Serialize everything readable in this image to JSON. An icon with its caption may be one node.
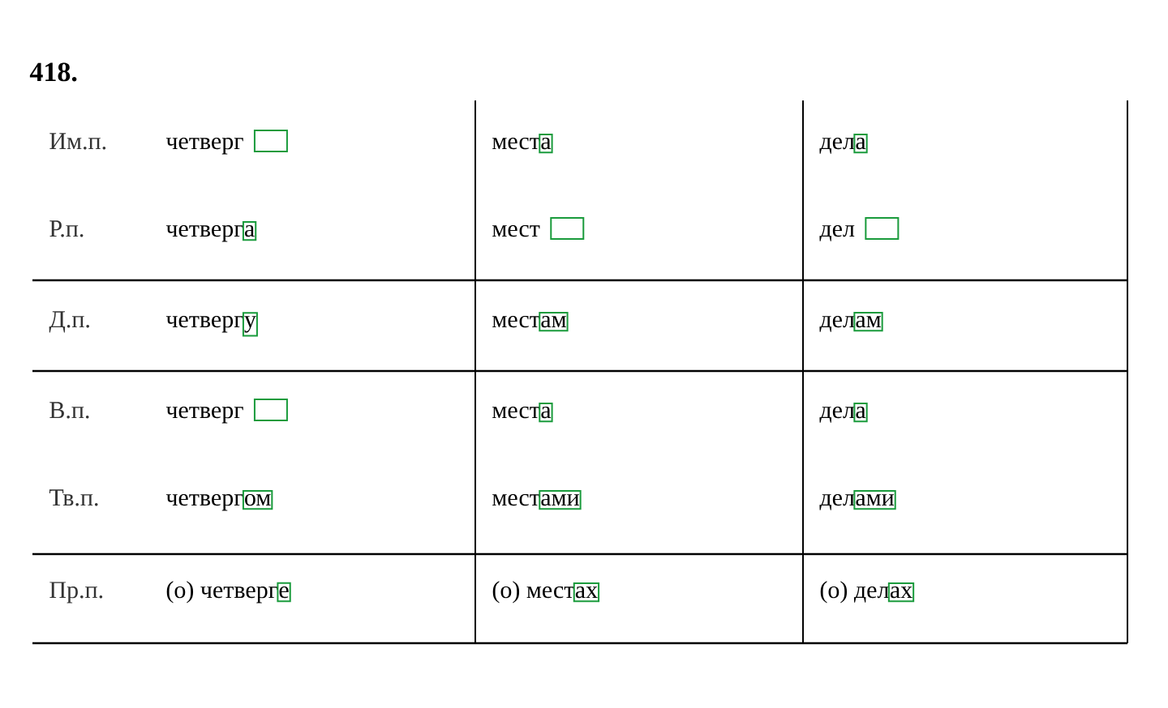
{
  "diagram": {
    "title": "418.",
    "nodes": [
      {
        "text": [],
        "shape": "box"
      },
      {
        "text": [
          "а"
        ]
      },
      {
        "text": [
          "а"
        ]
      },
      {
        "text": [
          "а"
        ]
      },
      {
        "text": [],
        "shape": "box"
      },
      {
        "text": [],
        "shape": "box"
      },
      {
        "text": [
          "у"
        ]
      },
      {
        "text": [
          "ам"
        ]
      },
      {
        "text": [
          "ам"
        ]
      },
      {
        "text": [],
        "shape": "box"
      },
      {
        "text": [
          "а"
        ]
      },
      {
        "text": [
          "а"
        ]
      },
      {
        "text": [
          "ом"
        ]
      },
      {
        "text": [
          "ами"
        ]
      },
      {
        "text": [
          "ами"
        ]
      },
      {
        "text": [
          "е"
        ]
      },
      {
        "text": [
          "ах"
        ]
      },
      {
        "text": [
          "ах"
        ]
      }
    ],
    "labels": [
      "Им.п.",
      "четверг",
      "мест",
      "дел",
      "Р.п.",
      "четверг",
      "мест",
      "дел",
      "Д.п.",
      "четверг",
      "мест",
      "дел",
      "В.п.",
      "четверг",
      "мест",
      "дел",
      "Тв.п.",
      "четверг",
      "мест",
      "дел",
      "Пр.п.",
      "(о) четверг",
      "(о) мест",
      "(о) дел"
    ]
  }
}
